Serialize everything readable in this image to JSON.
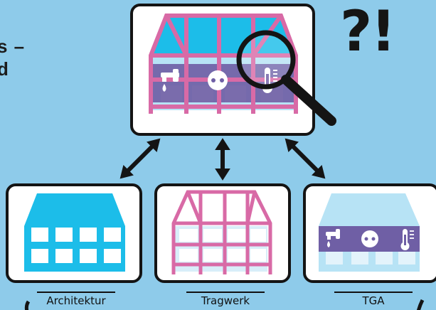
{
  "headline": {
    "line1": "s –",
    "line2": "d"
  },
  "punctuation": "?!",
  "models": {
    "architecture": {
      "label": "Architektur"
    },
    "structure": {
      "label": "Tragwerk"
    },
    "mep": {
      "label": "TGA"
    }
  },
  "colors": {
    "background": "#8ecbea",
    "panel_fill": "#ffffff",
    "panel_border": "#141414",
    "architecture_blue": "#1cbde9",
    "light_blue": "#b7e3f5",
    "structure_pink": "#d86aa6",
    "mep_purple": "#6f5fa5",
    "arrow": "#141414"
  },
  "icons": [
    "water-tap-icon",
    "power-outlet-icon",
    "thermometer-icon",
    "magnifier-icon",
    "double-arrow-icon"
  ]
}
